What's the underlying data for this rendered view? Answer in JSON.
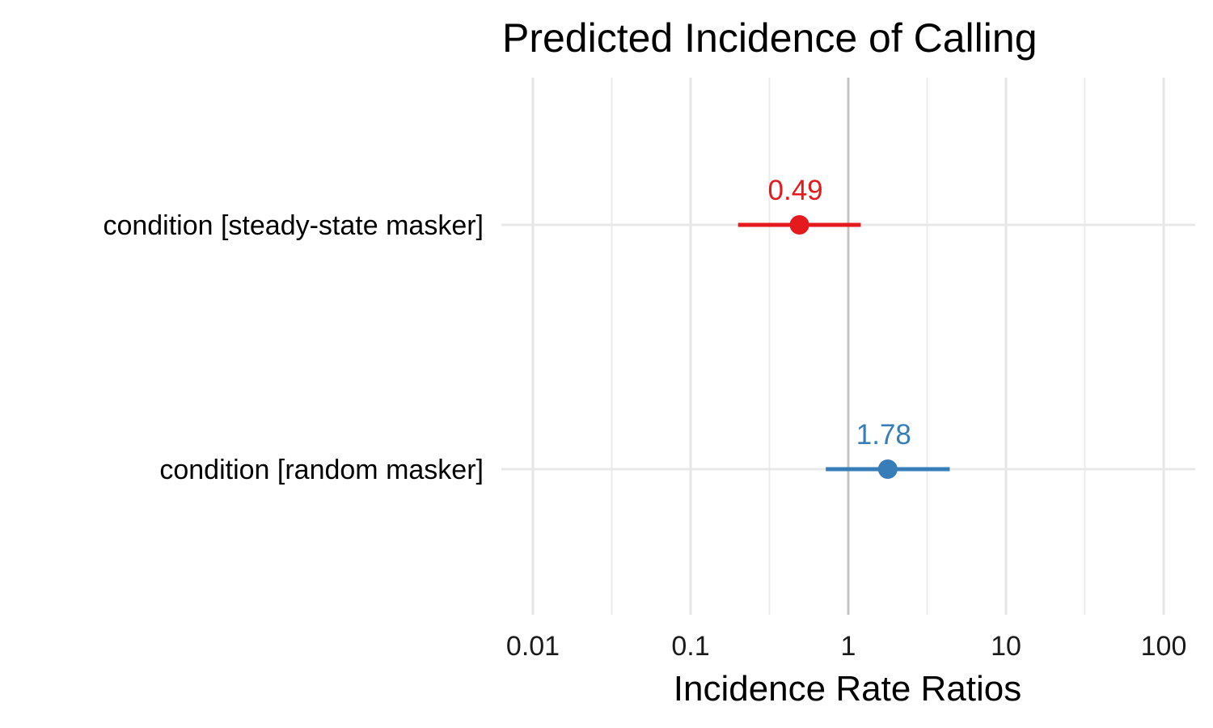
{
  "chart_data": {
    "type": "scatter",
    "title": "Predicted Incidence of Calling",
    "xlabel": "Incidence Rate Ratios",
    "ylabel": "",
    "x_scale": "log",
    "xlim": [
      0.01,
      150
    ],
    "x_ticks": [
      0.01,
      0.1,
      1,
      10,
      100
    ],
    "x_tick_labels": [
      "0.01",
      "0.1",
      "1",
      "10",
      "100"
    ],
    "x_minor_ticks": [
      0.0316,
      0.316,
      3.16,
      31.6
    ],
    "reference_line": 1,
    "grid": true,
    "categories": [
      "condition [steady-state masker]",
      "condition [random masker]"
    ],
    "series": [
      {
        "category": "condition [steady-state masker]",
        "estimate": 0.49,
        "label": "0.49",
        "ci_low": 0.2,
        "ci_high": 1.2,
        "color": "#e41a1c"
      },
      {
        "category": "condition [random masker]",
        "estimate": 1.78,
        "label": "1.78",
        "ci_low": 0.72,
        "ci_high": 4.4,
        "color": "#377eb8"
      }
    ]
  }
}
